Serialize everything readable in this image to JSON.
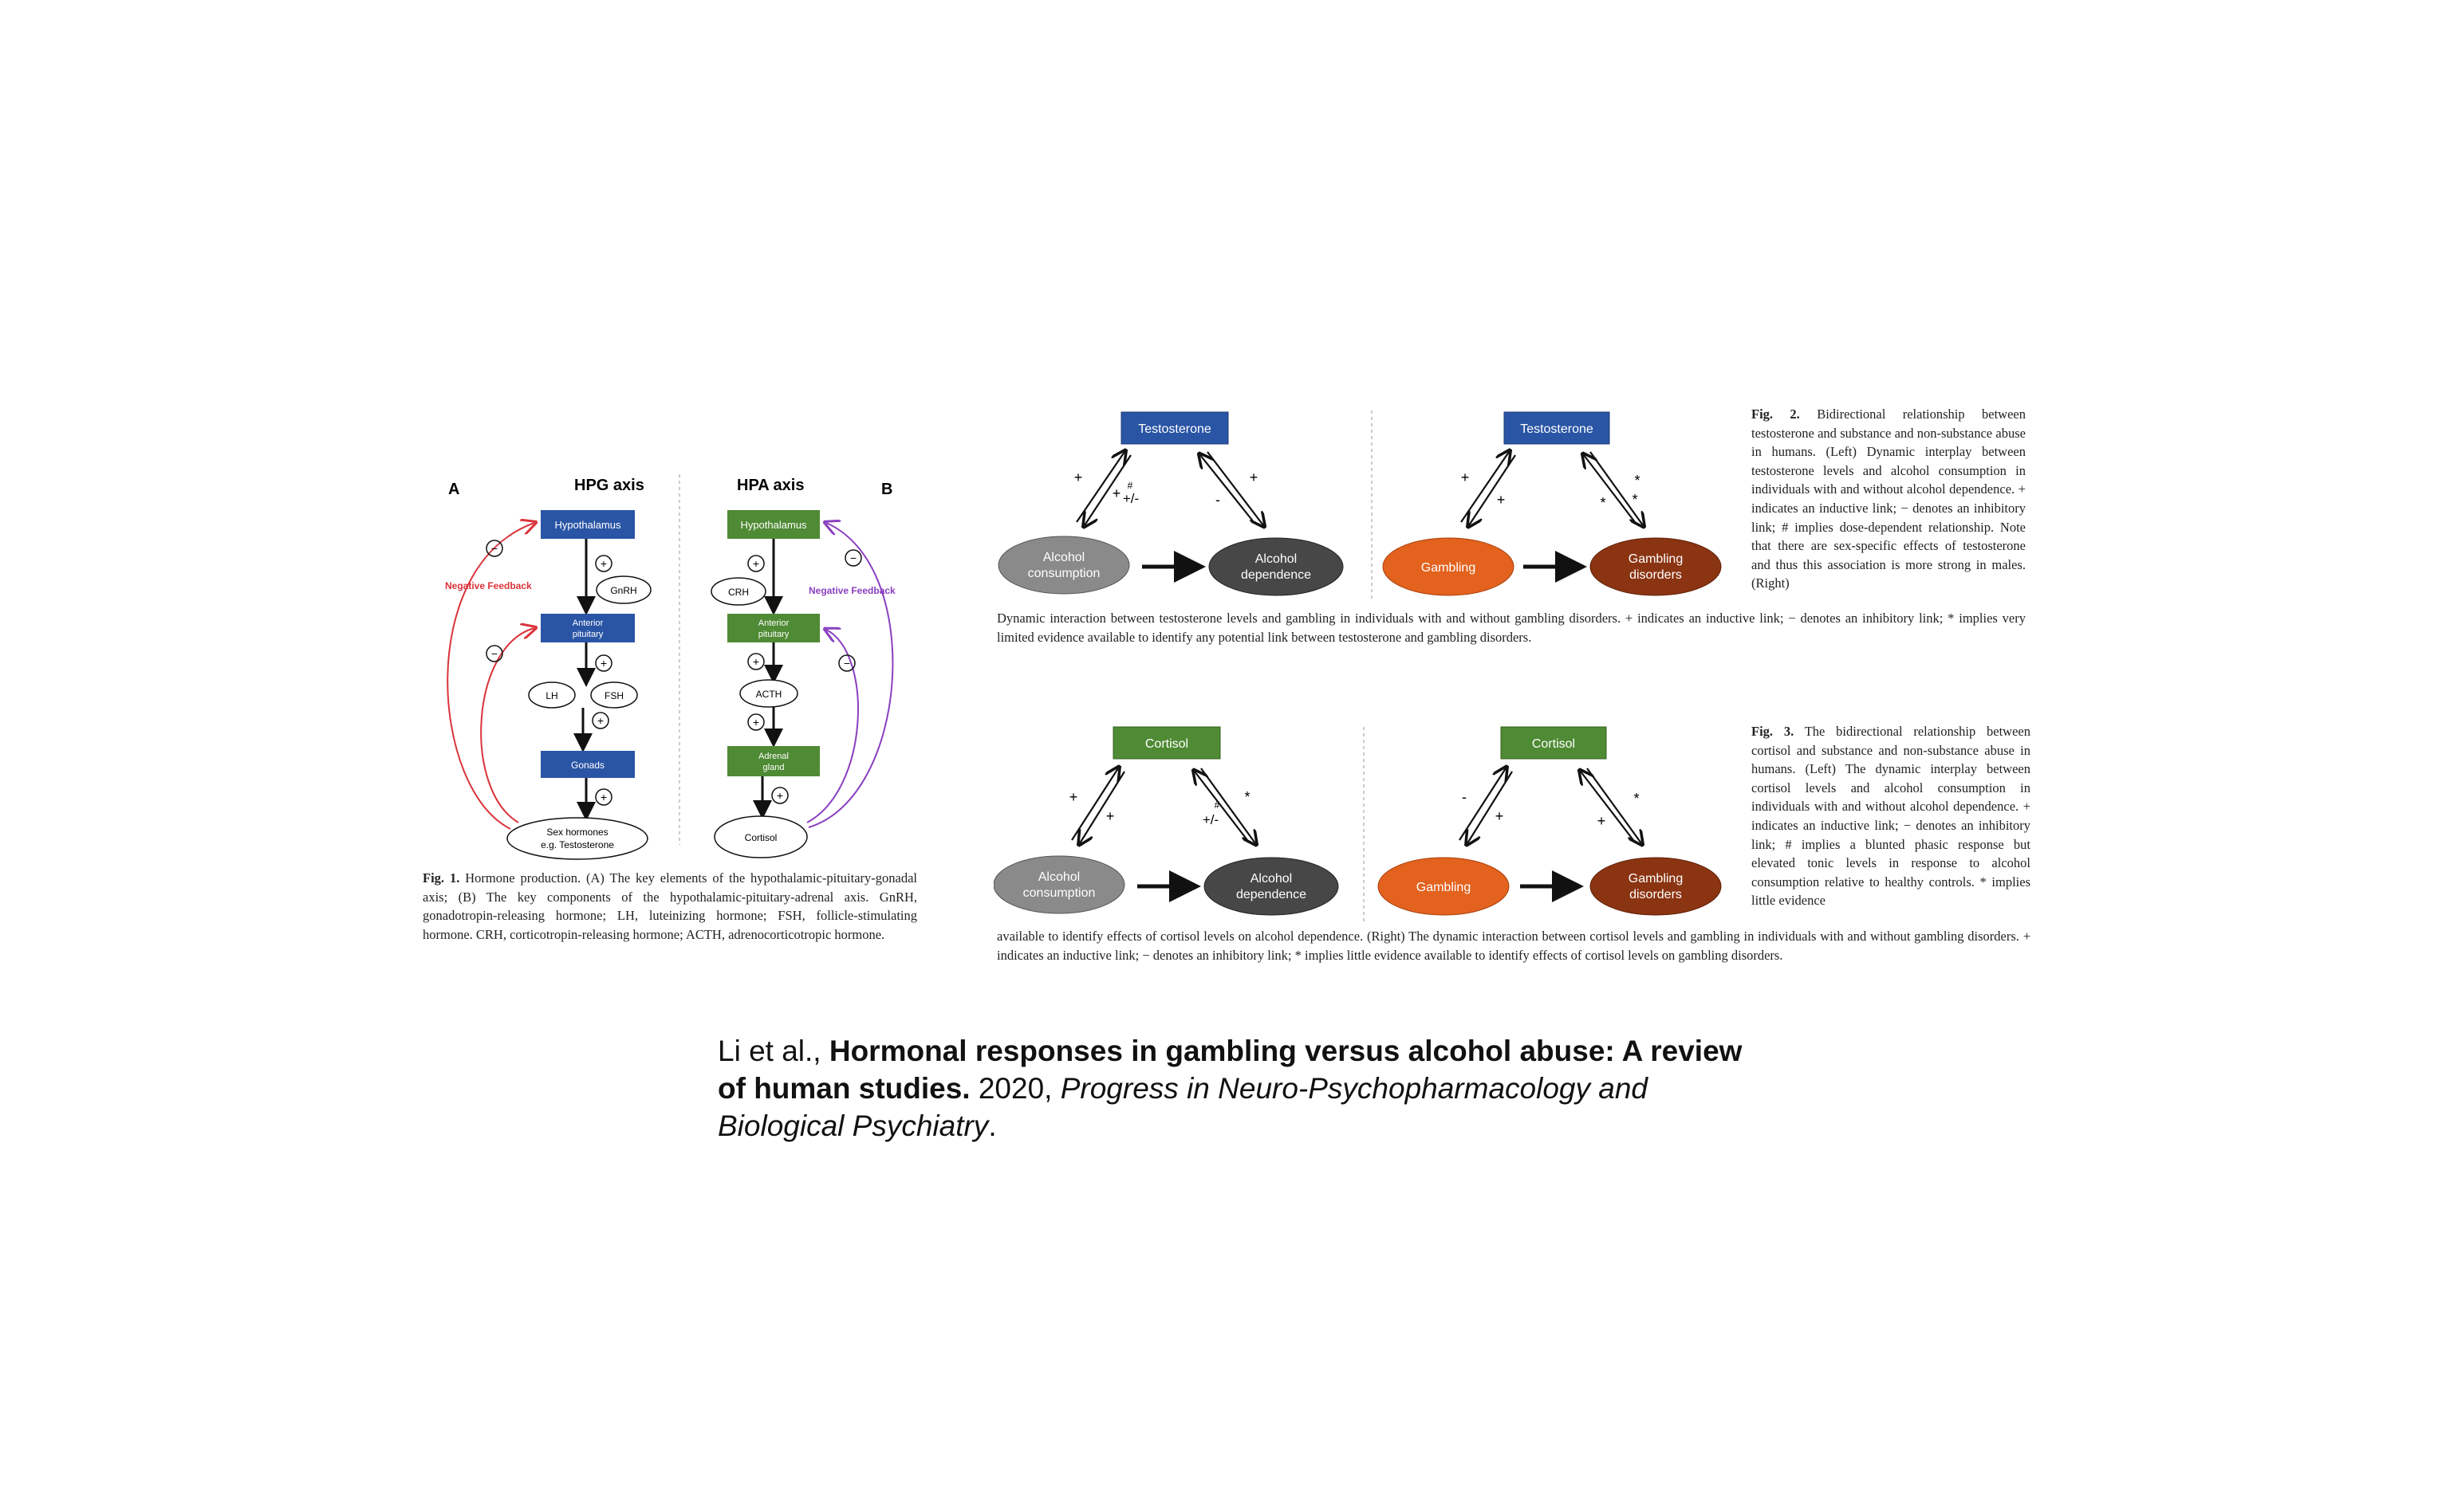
{
  "fig1": {
    "panel_a": "A",
    "panel_b": "B",
    "hpg_title": "HPG axis",
    "hpa_title": "HPA axis",
    "hpg": {
      "hypothalamus": "Hypothalamus",
      "gnrh": "GnRH",
      "anterior_line1": "Anterior",
      "anterior_line2": "pituitary",
      "lh": "LH",
      "fsh": "FSH",
      "gonads": "Gonads",
      "sex_line1": "Sex hormones",
      "sex_line2": "e.g. Testosterone",
      "feedback": "Negative Feedback"
    },
    "hpa": {
      "hypothalamus": "Hypothalamus",
      "crh": "CRH",
      "anterior_line1": "Anterior",
      "anterior_line2": "pituitary",
      "acth": "ACTH",
      "adrenal_line1": "Adrenal",
      "adrenal_line2": "gland",
      "cortisol": "Cortisol",
      "feedback": "Negative Feedback"
    },
    "plus_sign": "+",
    "minus_sign": "−",
    "caption_label": "Fig. 1.",
    "caption_text": " Hormone production. (A) The key elements of the hypothalamic-pituitary-gonadal axis; (B) The key components of the hypothalamic-pituitary-adrenal axis. GnRH, gonadotropin-releasing hormone; LH, luteinizing hormone; FSH, follicle-stimulating hormone. CRH, corticotropin-releasing hormone; ACTH, adrenocorticotropic hormone."
  },
  "fig2": {
    "testosterone": "Testosterone",
    "alcohol_consumption_1": "Alcohol",
    "alcohol_consumption_2": "consumption",
    "alcohol_dependence_1": "Alcohol",
    "alcohol_dependence_2": "dependence",
    "gambling": "Gambling",
    "gambling_disorders_1": "Gambling",
    "gambling_disorders_2": "disorders",
    "left_labels": {
      "a": "+",
      "b": "+",
      "c": "+/-",
      "d": "+",
      "e": "-",
      "hash": "#"
    },
    "right_labels": {
      "a": "+",
      "b": "+",
      "c": "*",
      "d": "*",
      "e": "*"
    },
    "side_label": "Fig. 2.",
    "side_text": " Bidirectional relationship between testosterone and substance and non-substance abuse in humans. (Left) Dynamic interplay between testosterone levels and alcohol consumption in individuals with and without alcohol dependence. + indicates an inductive link; − denotes an inhibitory link; # implies dose-dependent relationship. Note that there are sex-specific effects of testosterone and thus this association is more strong in males. (Right)",
    "bottom_text": "Dynamic interaction between testosterone levels and gambling in individuals with and without gambling disorders. + indicates an inductive link; − denotes an inhibitory link; * implies very limited evidence available to identify any potential link between testosterone and gambling disorders."
  },
  "fig3": {
    "cortisol": "Cortisol",
    "alcohol_consumption_1": "Alcohol",
    "alcohol_consumption_2": "consumption",
    "alcohol_dependence_1": "Alcohol",
    "alcohol_dependence_2": "dependence",
    "gambling": "Gambling",
    "gambling_disorders_1": "Gambling",
    "gambling_disorders_2": "disorders",
    "left_labels": {
      "a": "+",
      "b": "+",
      "c": "+/-",
      "d": "*",
      "hash": "#"
    },
    "right_labels": {
      "a": "-",
      "b": "+",
      "c": "+",
      "d": "*"
    },
    "side_label": "Fig. 3.",
    "side_text": " The bidirectional relationship between cortisol and substance and non-substance abuse in humans. (Left) The dynamic interplay between cortisol levels and alcohol consumption in individuals with and without alcohol dependence. + indicates an inductive link; − denotes an inhibitory link; # implies a blunted phasic response but elevated tonic levels in response to alcohol consumption relative to healthy controls. * implies little evidence",
    "bottom_text": "available to identify effects of cortisol levels on alcohol dependence. (Right) The dynamic interaction between cortisol levels and gambling in individuals with and without gambling disorders. + indicates an inductive link; − denotes an inhibitory link; * implies little evidence available to identify effects of cortisol levels on gambling disorders."
  },
  "citation": {
    "authors": "Li et al., ",
    "title": "Hormonal responses in gambling versus alcohol abuse: A review of human studies.",
    "year": " 2020, ",
    "journal": "Progress in Neuro-Psychopharmacology and Biological Psychiatry",
    "end": "."
  },
  "colors": {
    "hpg_blue": "#2a55a5",
    "hpa_green": "#4f8a34",
    "red_feedback": "#d9343a",
    "purple_feedback": "#8a3fc0",
    "grey_oval": "#8a8a8a",
    "dark_oval": "#474747",
    "orange_oval": "#e2621e",
    "brown_oval": "#8b3412"
  }
}
